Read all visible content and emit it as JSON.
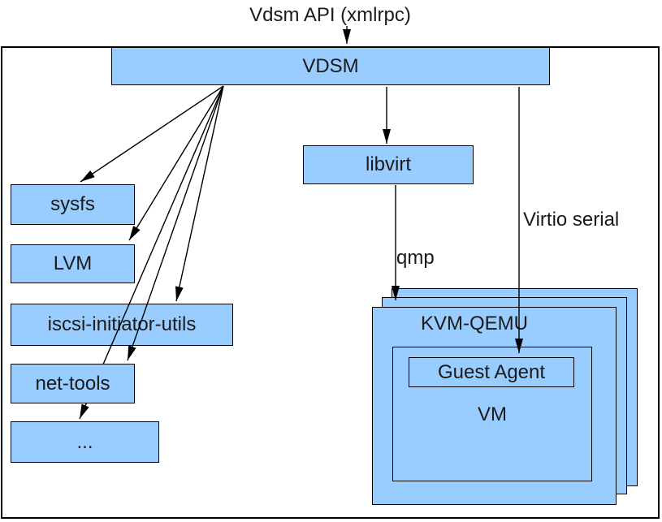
{
  "title": "Vdsm API (xmlrpc)",
  "colors": {
    "box_fill": "#99ccff",
    "border": "#000000",
    "text": "#1a1a1a"
  },
  "nodes": {
    "vdsm": "VDSM",
    "libvirt": "libvirt",
    "sysfs": "sysfs",
    "lvm": "LVM",
    "iscsi": "iscsi-initiator-utils",
    "net_tools": "net-tools",
    "more": "...",
    "kvm_qemu": "KVM-QEMU",
    "vm": "VM",
    "guest_agent": "Guest Agent"
  },
  "edge_labels": {
    "qmp": "qmp",
    "virtio": "Virtio serial"
  }
}
